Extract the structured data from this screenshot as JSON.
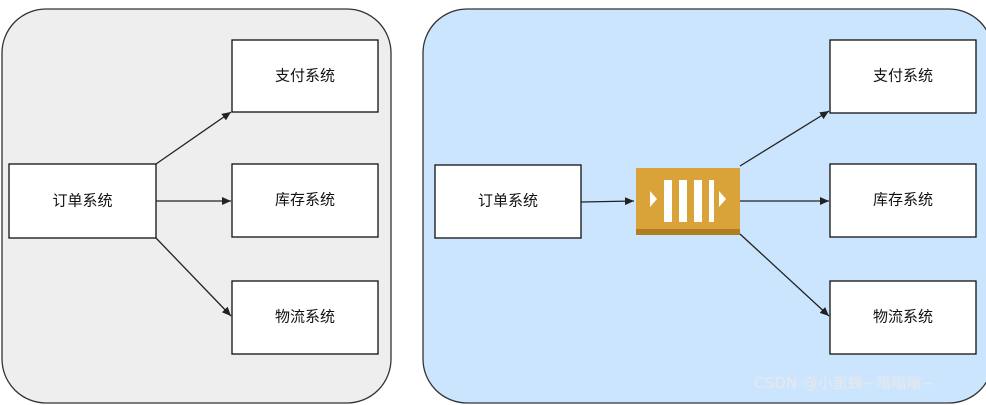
{
  "colors": {
    "left_panel_fill": "#eeeeee",
    "right_panel_fill": "#cce5ff",
    "panel_stroke": "#333333",
    "box_fill": "#ffffff",
    "box_stroke": "#111111",
    "arrow": "#222222",
    "queue_fill": "#d9a33a",
    "queue_bottom": "#b07d1f"
  },
  "left_panel": {
    "source": "订单系统",
    "targets": [
      "支付系统",
      "库存系统",
      "物流系统"
    ]
  },
  "right_panel": {
    "source": "订单系统",
    "queue_icon": "message-queue-icon",
    "targets": [
      "支付系统",
      "库存系统",
      "物流系统"
    ]
  },
  "watermark": "CSDN @小蜜蜂~嗡嗡嗡~"
}
